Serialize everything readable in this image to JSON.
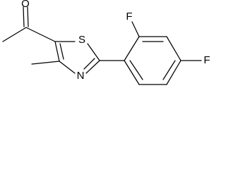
{
  "molecule": {
    "atoms": {
      "oxygen": "O",
      "sulfur": "S",
      "nitrogen": "N",
      "fluorine_top": "F",
      "fluorine_right": "F"
    }
  }
}
